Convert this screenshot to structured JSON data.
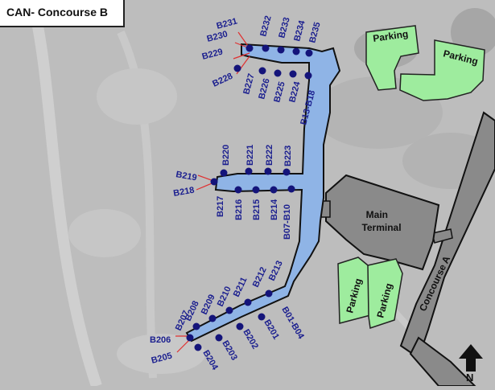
{
  "map": {
    "title": "CAN- Concourse B",
    "buildings": {
      "main_terminal": [
        "Main",
        "Terminal"
      ],
      "concourse_a": "Concourse A"
    },
    "parking_label": "Parking",
    "north_label": "N",
    "gates": [
      "B231",
      "B232",
      "B233",
      "B234",
      "B235",
      "B230",
      "B229",
      "B228",
      "B227",
      "B226",
      "B225",
      "B224",
      "B13-B18",
      "B220",
      "B221",
      "B222",
      "B223",
      "B219",
      "B218",
      "B217",
      "B216",
      "B215",
      "B214",
      "B07-B10",
      "B213",
      "B212",
      "B211",
      "B210",
      "B209",
      "B208",
      "B207",
      "B206",
      "B205",
      "B204",
      "B203",
      "B202",
      "B201",
      "B01-B04"
    ],
    "colors": {
      "concourse": "#8fb4e6",
      "building": "#878787",
      "parking": "#9eec9e",
      "gate": "#14147a",
      "gate_label": "#1b1f8f",
      "leader": "#e03030"
    }
  }
}
